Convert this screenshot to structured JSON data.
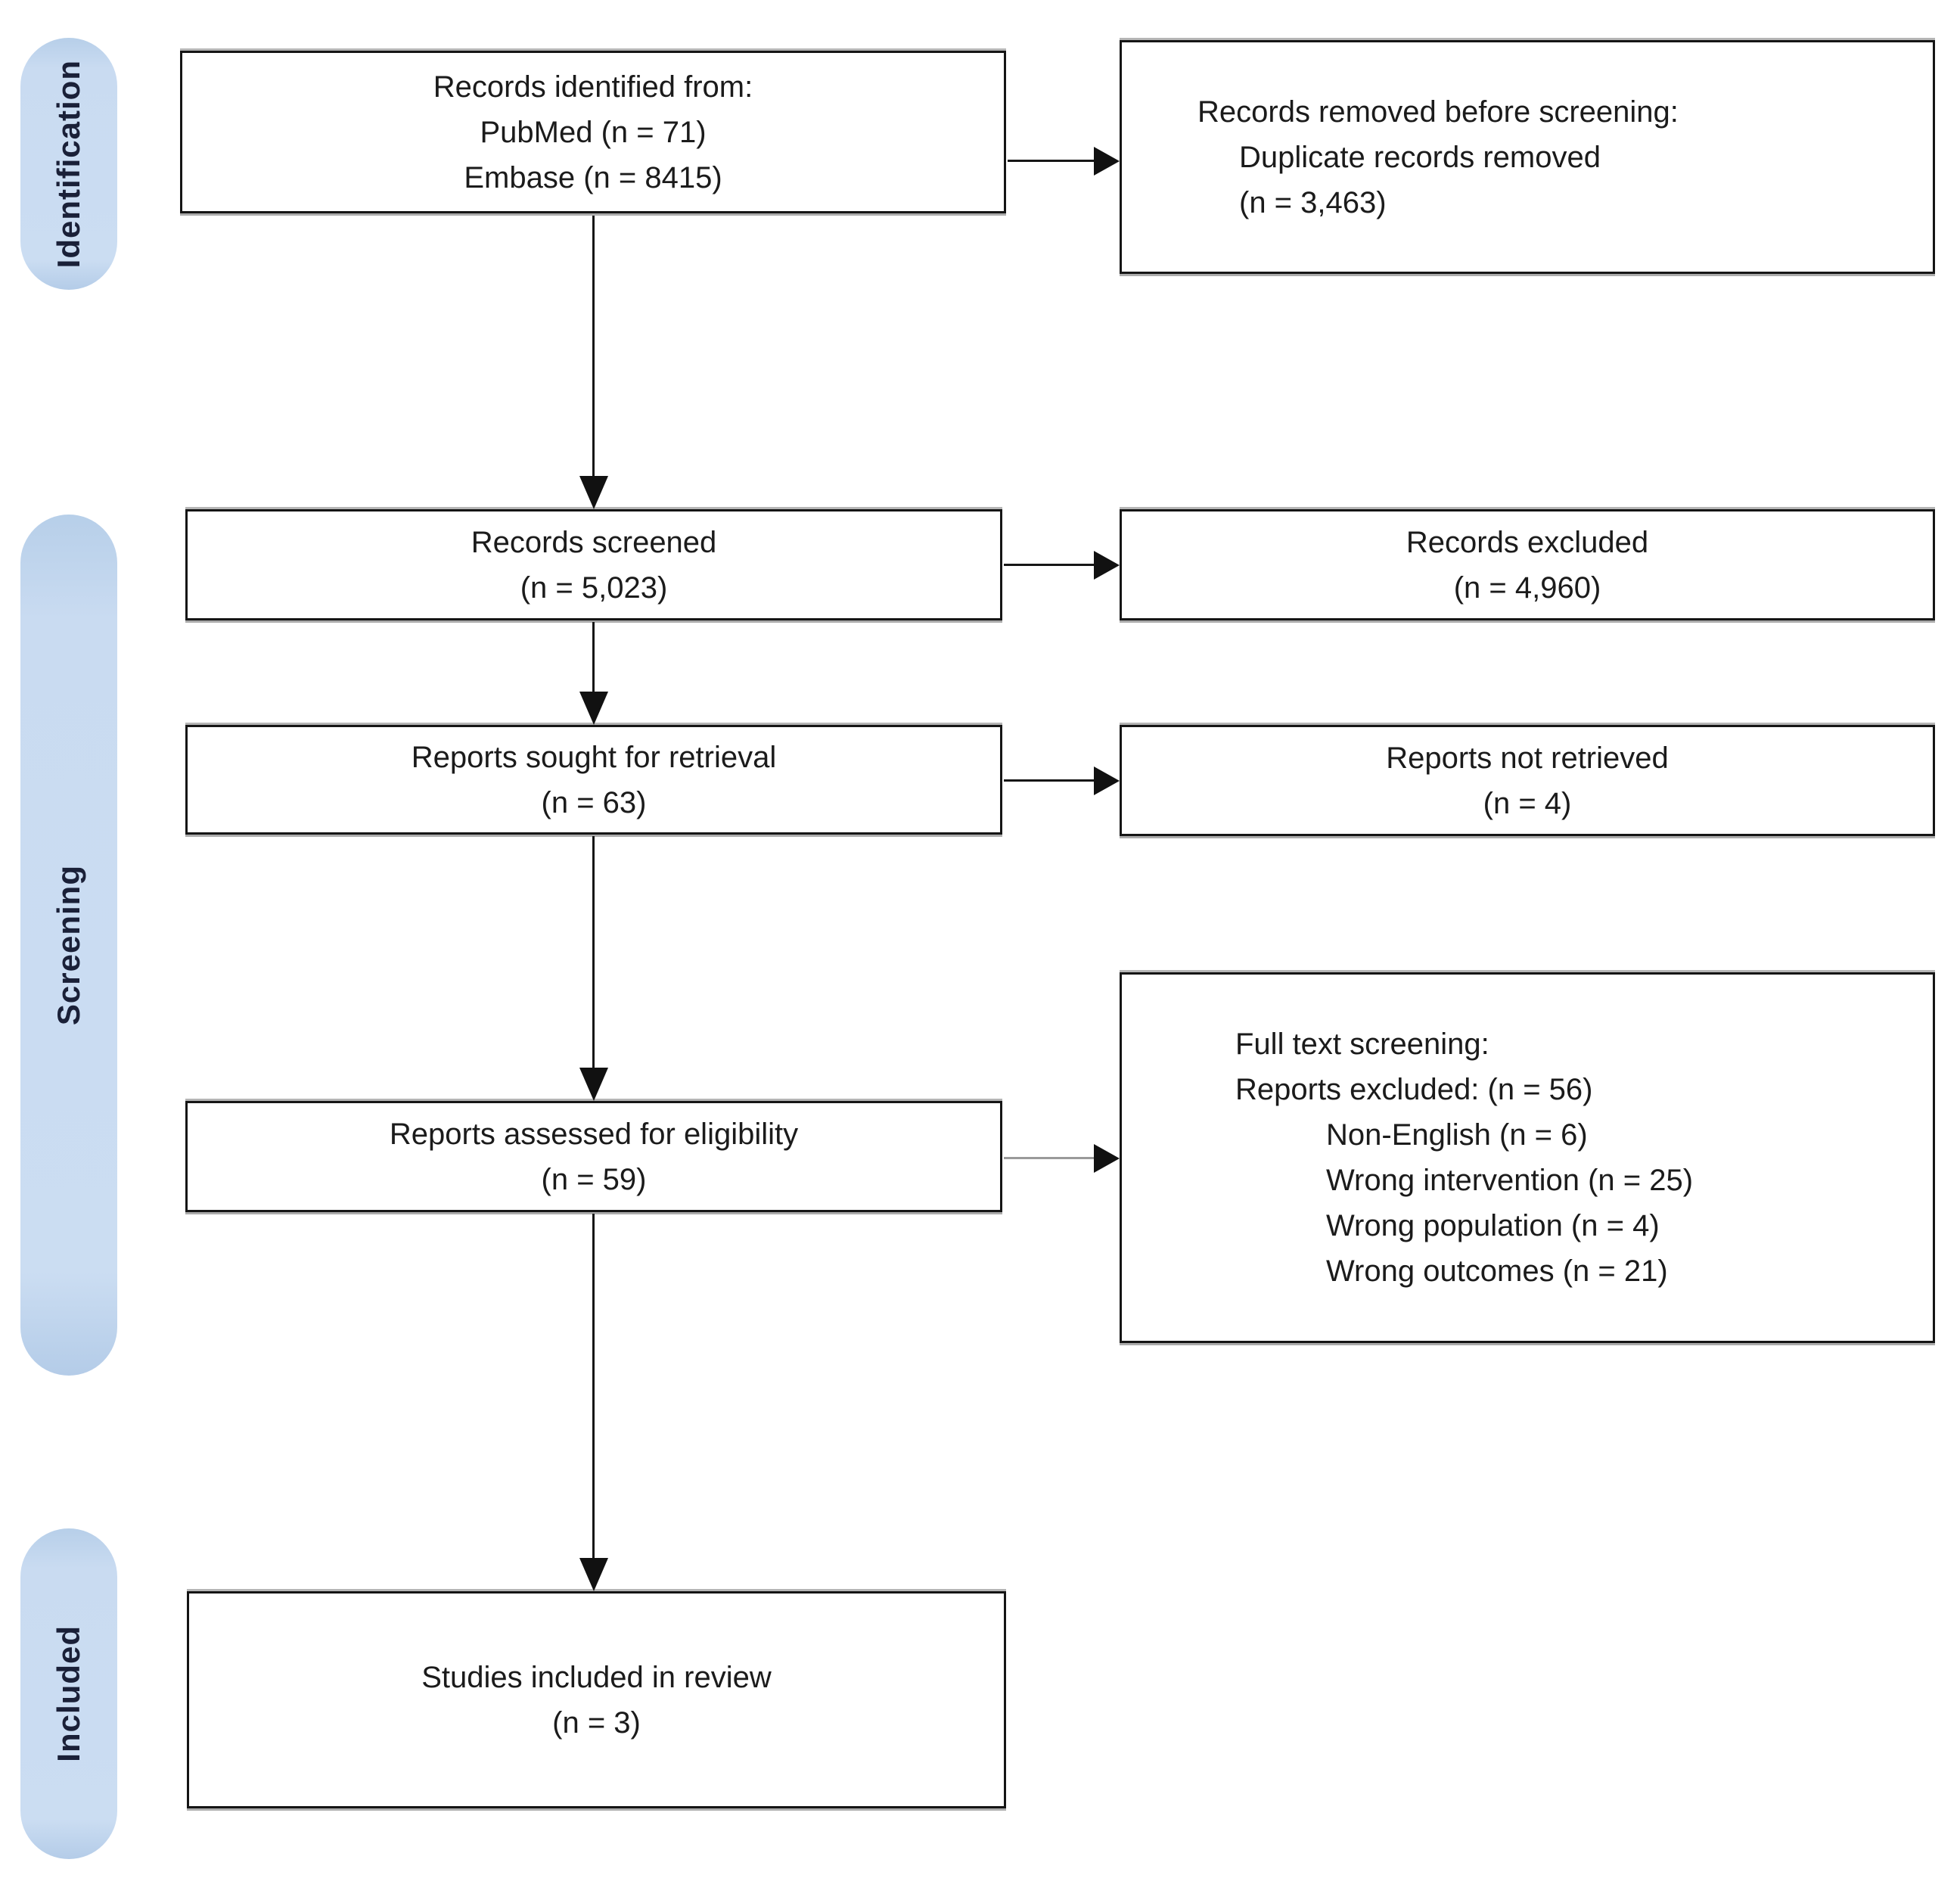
{
  "figure": {
    "kind": "PRISMA flow diagram"
  },
  "stages": {
    "identification": {
      "label": "Identification"
    },
    "screening": {
      "label": "Screening"
    },
    "included": {
      "label": "Included"
    }
  },
  "boxes": {
    "identified": {
      "lines": [
        "Records identified from:",
        "PubMed (n = 71)",
        "Embase (n = 8415)"
      ]
    },
    "removed_before_screening": {
      "heading": "Records removed before screening:",
      "lines": [
        "Duplicate records removed",
        "(n = 3,463)"
      ]
    },
    "screened": {
      "lines": [
        "Records screened",
        "(n = 5,023)"
      ]
    },
    "records_excluded": {
      "lines": [
        "Records excluded",
        "(n = 4,960)"
      ]
    },
    "sought": {
      "lines": [
        "Reports sought for retrieval",
        "(n = 63)"
      ]
    },
    "not_retrieved": {
      "lines": [
        "Reports not retrieved",
        "(n = 4)"
      ]
    },
    "assessed": {
      "lines": [
        "Reports assessed for eligibility",
        "(n = 59)"
      ]
    },
    "fulltext_excluded": {
      "heading": "Full text screening:",
      "subheading": "Reports excluded: (n = 56)",
      "reasons": [
        "Non-English (n = 6)",
        "Wrong intervention (n = 25)",
        "Wrong population (n = 4)",
        "Wrong outcomes (n = 21)"
      ]
    },
    "included_studies": {
      "lines": [
        "Studies included in review",
        "(n = 3)"
      ]
    }
  },
  "colors": {
    "stage_fill": "#c5d8ef",
    "stage_text": "#1a2038",
    "box_border": "#151515",
    "arrow": "#161616",
    "gray_arrow_shaft": "#9a9a9a"
  }
}
